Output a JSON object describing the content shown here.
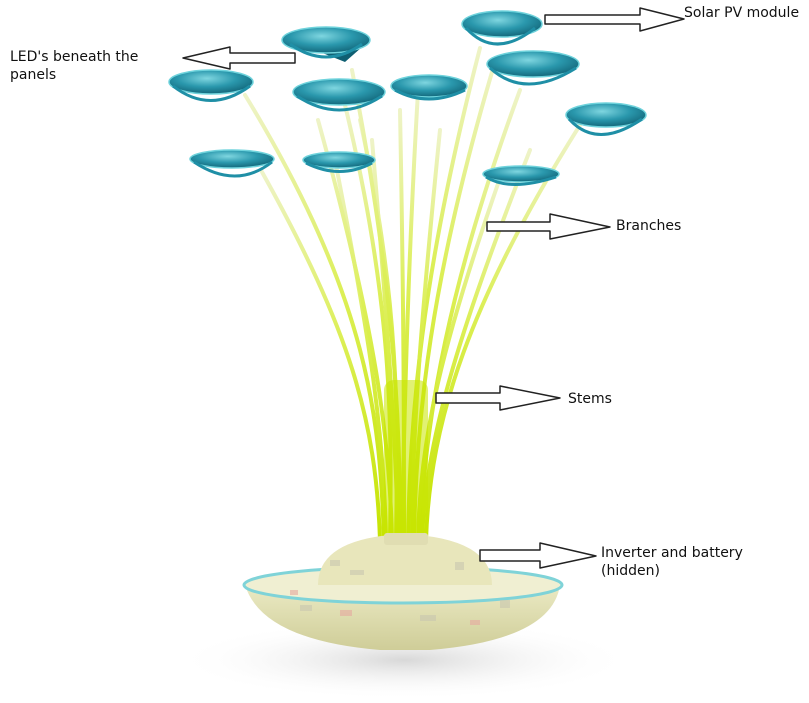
{
  "labels": {
    "solar_pv_module": "Solar PV module",
    "leds_line1": "LED's beneath the",
    "leds_line2": "panels",
    "branches": "Branches",
    "stems": "Stems",
    "inverter_line1": "Inverter and battery",
    "inverter_line2": "(hidden)"
  },
  "colors": {
    "panel": "#1f8fa6",
    "panel_rim": "#6fd3dc",
    "stem": "#c8e600",
    "base": "#e3e2b4",
    "arrow_fill": "#ffffff",
    "arrow_stroke": "#222222"
  }
}
